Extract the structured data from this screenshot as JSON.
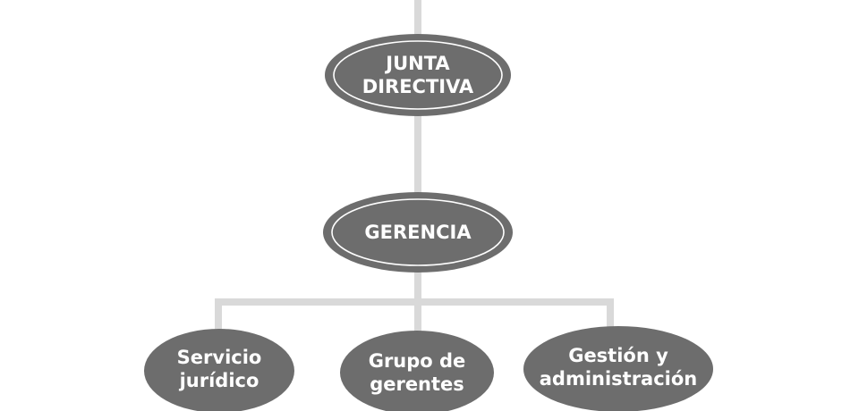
{
  "colors": {
    "node_fill": "#6d6d6d",
    "node_ring": "#ffffff",
    "connector": "#d9d9d9",
    "text": "#ffffff"
  },
  "nodes": {
    "junta": {
      "label": "JUNTA\nDIRECTIVA"
    },
    "gerencia": {
      "label": "GERENCIA"
    },
    "servicio": {
      "label": "Servicio\njurídico"
    },
    "grupo": {
      "label": "Grupo de\ngerentes"
    },
    "gestion": {
      "label": "Gestión y\nadministración"
    }
  }
}
